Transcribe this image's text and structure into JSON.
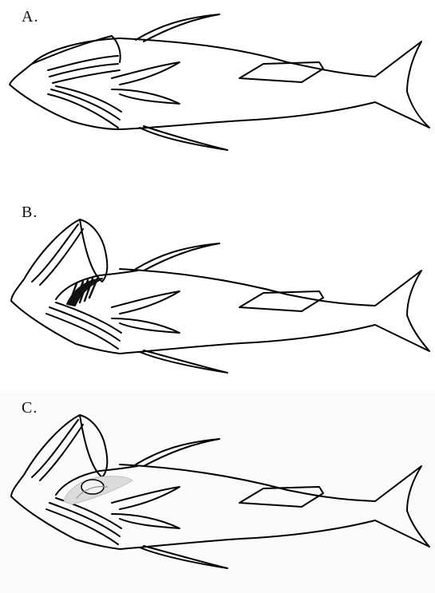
{
  "panels": [
    {
      "label": "A.",
      "variant": "closed-mouth"
    },
    {
      "label": "B.",
      "variant": "open-mouth-dark-gill-rakers"
    },
    {
      "label": "C.",
      "variant": "open-mouth-light-oral-structure"
    }
  ],
  "colors": {
    "outline": "#000000",
    "dark_fill": "#111111",
    "light_fill": "#cfcfcf",
    "background": "#ffffff"
  }
}
